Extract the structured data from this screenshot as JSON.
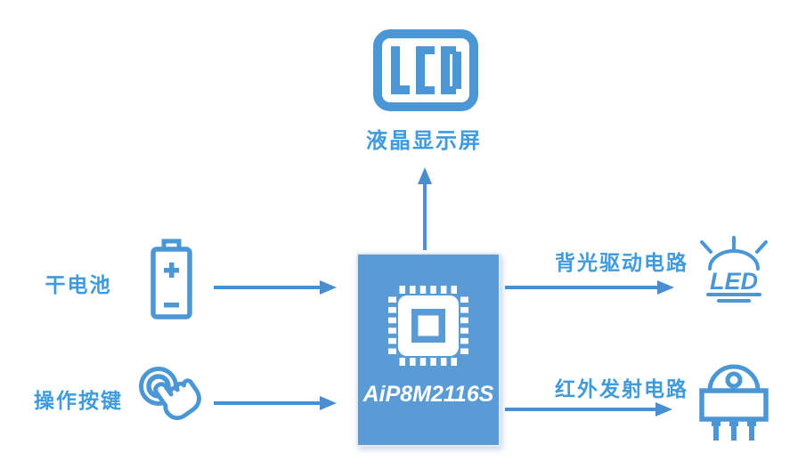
{
  "colors": {
    "box_fill": "#5b9bd5",
    "box_border": "#e4eaf4",
    "icon_stroke": "#4b97d6",
    "label_text": "#3f9bdb",
    "arrow": "#4a8ed2",
    "chip_text": "#ffffff",
    "background": "#ffffff"
  },
  "diagram": {
    "display": {
      "label": "液晶显示屏",
      "icon": "lcd-icon",
      "icon_text": "LCD"
    },
    "chip": {
      "label": "AiP8M2116S",
      "icon": "microchip-icon"
    },
    "inputs": [
      {
        "label": "干电池",
        "icon": "battery-icon"
      },
      {
        "label": "操作按键",
        "icon": "touch-gesture-icon"
      }
    ],
    "outputs": [
      {
        "label": "背光驱动电路",
        "icon": "led-icon",
        "icon_text": "LED"
      },
      {
        "label": "红外发射电路",
        "icon": "ir-emitter-icon"
      }
    ],
    "arrows": [
      {
        "from": "battery",
        "to": "chip"
      },
      {
        "from": "operation-keys",
        "to": "chip"
      },
      {
        "from": "chip",
        "to": "lcd-display"
      },
      {
        "from": "chip",
        "to": "backlight-drive-circuit"
      },
      {
        "from": "chip",
        "to": "ir-emitter-circuit"
      }
    ]
  }
}
